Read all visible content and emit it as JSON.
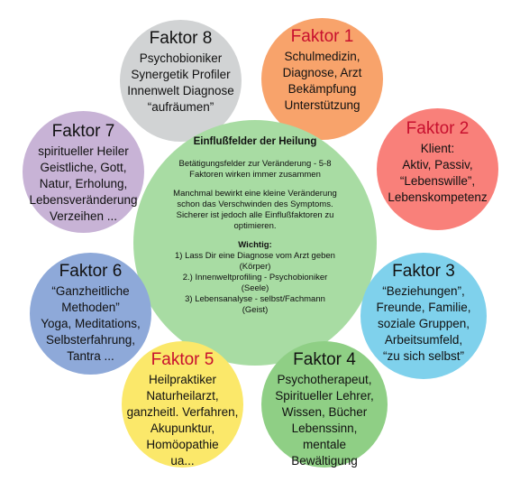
{
  "center": {
    "title": "Einflußfelder der Heilung",
    "para1": [
      "Betätigungsfelder zur Veränderung - 5-8",
      "Faktoren wirken immer zusammen"
    ],
    "para2": [
      "Manchmal bewirkt eine kleine Veränderung",
      "schon das Verschwinden des Symptoms.",
      "Sicherer ist jedoch alle Einflußfaktoren zu",
      "optimieren."
    ],
    "important_label": "Wichtig:",
    "important": [
      "1) Lass  Dir eine Diagnose vom Arzt geben",
      "(Körper)",
      "2.) Innenweltprofiling - Psychobioniker",
      "(Seele)",
      "3) Lebensanalyse - selbst/Fachmann",
      "(Geist)"
    ]
  },
  "factors": [
    {
      "title": "Faktor 1",
      "lines": [
        "Schulmedizin,",
        "Diagnose, Arzt",
        "Bekämpfung",
        "Unterstützung"
      ],
      "fill": "#f8a36b",
      "title_color": "#c8102e"
    },
    {
      "title": "Faktor 2",
      "lines": [
        "Klient:",
        "Aktiv, Passiv,",
        "“Lebenswille”,",
        "Lebenskompetenz"
      ],
      "fill": "#f9807a",
      "title_color": "#c8102e"
    },
    {
      "title": "Faktor 3",
      "lines": [
        "“Beziehungen”,",
        "Freunde, Familie,",
        "soziale Gruppen,",
        "Arbeitsumfeld,",
        "“zu sich selbst”"
      ],
      "fill": "#7fd1ec",
      "title_color": "#111111"
    },
    {
      "title": "Faktor 4",
      "lines": [
        "Psychotherapeut,",
        "Spiritueller Lehrer,",
        "Wissen, Bücher",
        "Lebenssinn,",
        "mentale",
        "Bewältigung"
      ],
      "fill": "#8fcf85",
      "title_color": "#111111"
    },
    {
      "title": "Faktor 5",
      "lines": [
        "Heilpraktiker",
        "Naturheilarzt,",
        "ganzheitl. Verfahren,",
        "Akupunktur,",
        "Homöopathie",
        "ua..."
      ],
      "fill": "#fbe86a",
      "title_color": "#c8102e"
    },
    {
      "title": "Faktor 6",
      "lines": [
        "“Ganzheitliche",
        "Methoden”",
        "Yoga, Meditations,",
        "Selbsterfahrung,",
        "Tantra ..."
      ],
      "fill": "#8ea9d9",
      "title_color": "#111111"
    },
    {
      "title": "Faktor 7",
      "lines": [
        "spiritueller Heiler",
        "Geistliche, Gott,",
        "Natur, Erholung,",
        "Lebensveränderung",
        "Verzeihen ..."
      ],
      "fill": "#c8b3d6",
      "title_color": "#111111"
    },
    {
      "title": "Faktor 8",
      "lines": [
        "Psychobioniker",
        "Synergetik Profiler",
        "Innenwelt Diagnose",
        "“aufräumen”"
      ],
      "fill": "#d1d3d4",
      "title_color": "#111111"
    }
  ]
}
